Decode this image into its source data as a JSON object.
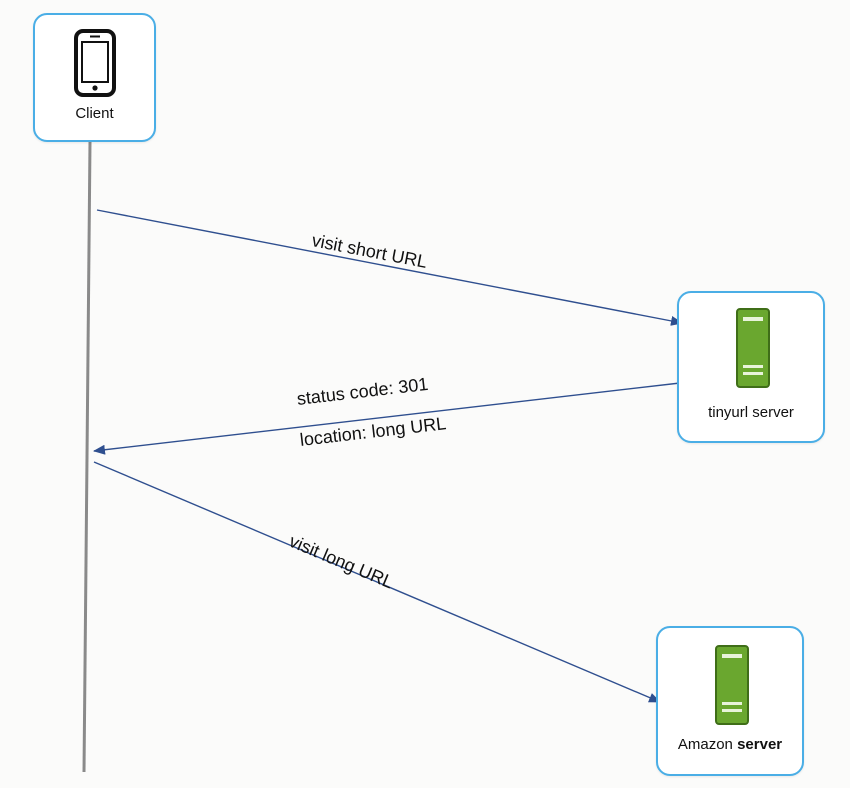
{
  "nodes": {
    "client": {
      "label": "Client",
      "icon": "smartphone-icon"
    },
    "tinyurl": {
      "label": "tinyurl server",
      "icon": "server-icon"
    },
    "amazon": {
      "label_prefix": "Amazon",
      "label_suffix": " server",
      "icon": "server-icon"
    }
  },
  "messages": [
    {
      "from": "Client",
      "to": "tinyurl server",
      "label": "visit short URL"
    },
    {
      "from": "tinyurl server",
      "to": "Client",
      "label_line1": "status code: 301",
      "label_line2": "location: long URL"
    },
    {
      "from": "Client",
      "to": "Amazon server",
      "label": "visit long URL"
    }
  ],
  "colors": {
    "node_border": "#4aaee6",
    "arrow": "#2f4f8f",
    "lifeline": "#8a8a8a",
    "server_green": "#6aa72f"
  }
}
